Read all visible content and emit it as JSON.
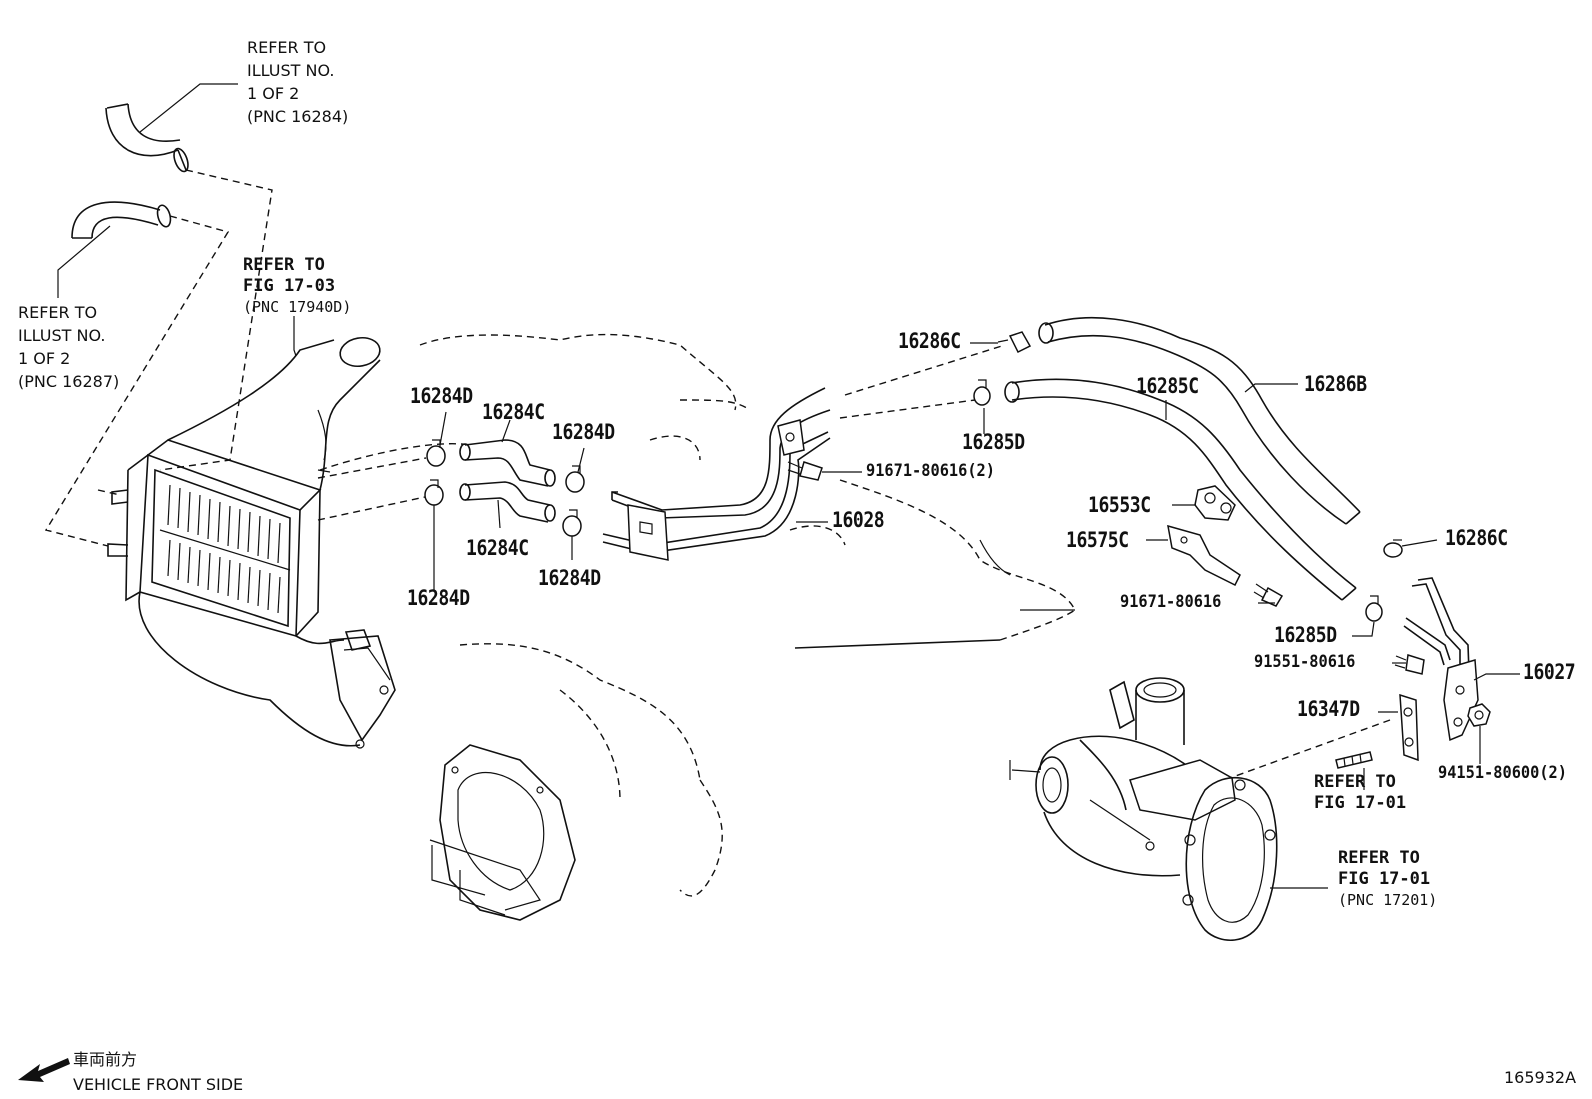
{
  "refer_illust_16284": "REFER TO\nILLUST NO.\n1 OF 2\n(PNC 16284)",
  "refer_illust_16287": "REFER TO\nILLUST NO.\n1 OF 2\n(PNC 16287)",
  "refer_fig_17_03_line1": "REFER TO",
  "refer_fig_17_03_line2": "FIG 17-03",
  "refer_fig_17_03_pnc": "(PNC 17940D)",
  "refer_fig_17_01_a": "REFER TO\nFIG 17-01",
  "refer_fig_17_01_b_line1": "REFER TO",
  "refer_fig_17_01_b_line2": "FIG 17-01",
  "refer_fig_17_01_b_pnc": "(PNC 17201)",
  "parts": {
    "p16286C_top": "16286C",
    "p16286B": "16286B",
    "p16285C": "16285C",
    "p16285D_top": "16285D",
    "p16284D_a": "16284D",
    "p16284C_a": "16284C",
    "p16284D_b": "16284D",
    "p16284C_b": "16284C",
    "p16284D_c": "16284D",
    "p16284D_d": "16284D",
    "p16028": "16028",
    "p16553C": "16553C",
    "p16575C": "16575C",
    "p16286C_right": "16286C",
    "p16285D_bottom": "16285D",
    "p16027": "16027",
    "p16347D": "16347D"
  },
  "bolts": {
    "b91671_80616_2": "91671-80616(2)",
    "b91671_80616": "91671-80616",
    "b91551_80616": "91551-80616",
    "b94151_80600_2": "94151-80600(2)"
  },
  "footer": {
    "direction_jp": "車両前方",
    "direction_en": "VEHICLE FRONT SIDE",
    "figure_code": "165932A"
  },
  "icons": [
    "front-direction-arrow-icon"
  ]
}
